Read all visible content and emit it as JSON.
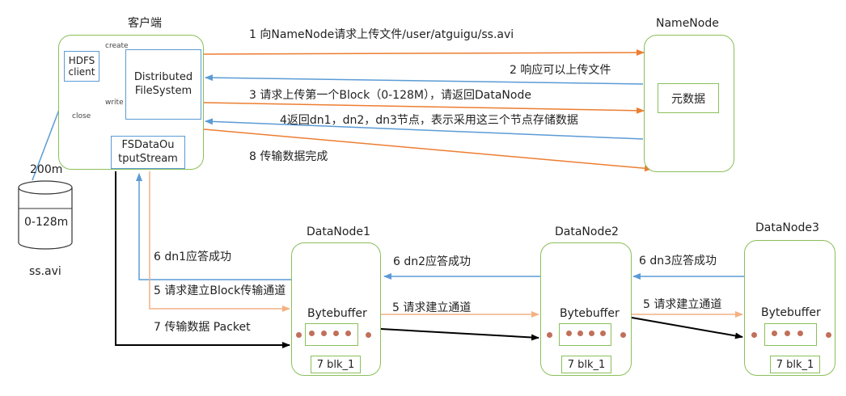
{
  "client": {
    "title": "客户端",
    "hdfs_client": "HDFS client",
    "distributed_fs": "Distributed FileSystem",
    "fsdos": "FSDataOu tputStream",
    "create": "create",
    "write": "write",
    "close": "close"
  },
  "file": {
    "size": "200m",
    "block": "0-128m",
    "name": "ss.avi"
  },
  "namenode": {
    "title": "NameNode",
    "metadata": "元数据"
  },
  "datanodes": [
    {
      "title": "DataNode1",
      "buffer": "Bytebuffer",
      "block": "7 blk_1"
    },
    {
      "title": "DataNode2",
      "buffer": "Bytebuffer",
      "block": "7 blk_1"
    },
    {
      "title": "DataNode3",
      "buffer": "Bytebuffer",
      "block": "7 blk_1"
    }
  ],
  "steps": {
    "s1": "1 向NameNode请求上传文件/user/atguigu/ss.avi",
    "s2": "2 响应可以上传文件",
    "s3": "3 请求上传第一个Block（0-128M），请返回DataNode",
    "s4": "4返回dn1，dn2，dn3节点，表示采用这三个节点存储数据",
    "s8": "8 传输数据完成",
    "s6_dn1": "6 dn1应答成功",
    "s5_client": "5 请求建立Block传输通道",
    "s7": "7 传输数据  Packet",
    "s6_dn2": "6 dn2应答成功",
    "s5_dn1": "5 请求建立通道",
    "s6_dn3": "6 dn3应答成功",
    "s5_dn2": "5 请求建立通道"
  },
  "colors": {
    "orange": "#ed7d31",
    "blue": "#5b9bd5",
    "green": "#8bbf59",
    "peach": "#f4b183",
    "black": "#000000"
  }
}
